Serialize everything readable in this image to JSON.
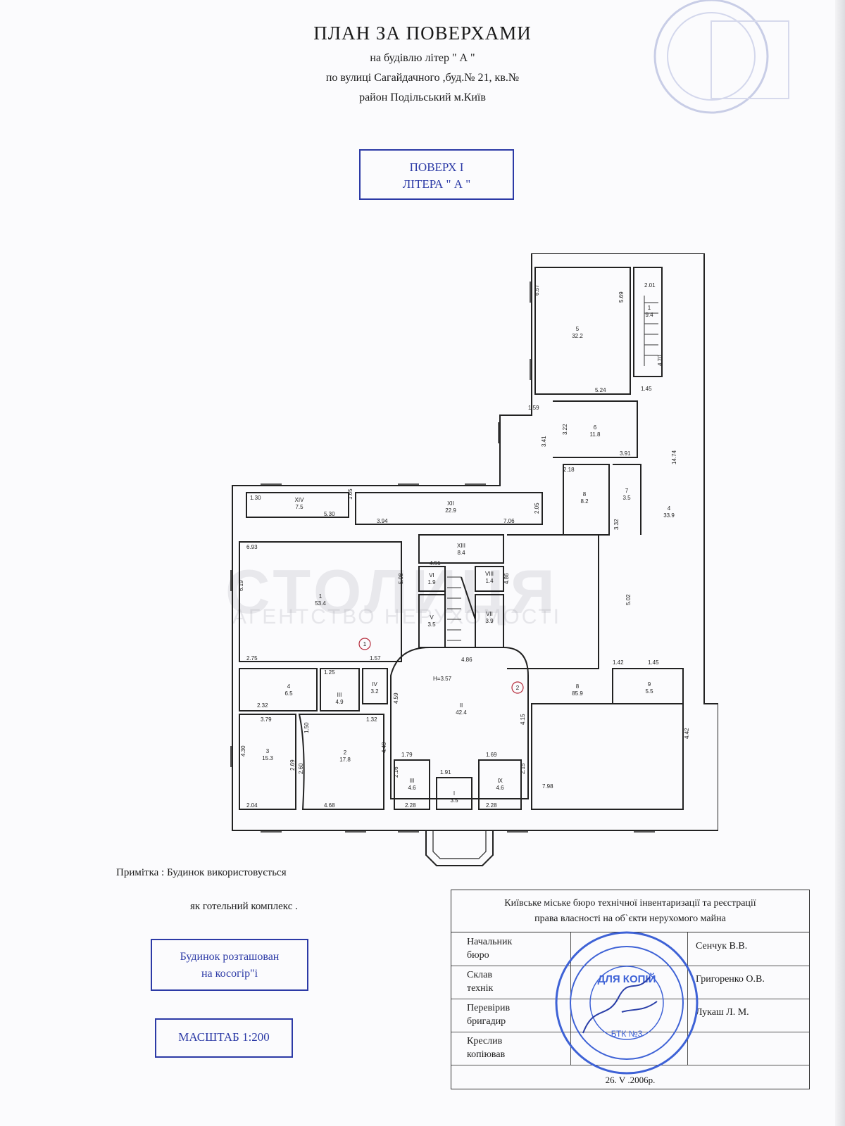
{
  "header": {
    "title": "ПЛАН ЗА ПОВЕРХАМИ",
    "line1": "на будівлю літер \" А \"",
    "line2": "по вулиці  Сагайдачного  ,буд.№ 21, кв.№",
    "line3": "район  Подільський  м.Київ"
  },
  "floor_box": {
    "line1": "ПОВЕРХ І",
    "line2": "ЛІТЕРА \" А \""
  },
  "plan": {
    "height_label": "H=3.57",
    "markers": [
      "1",
      "2"
    ],
    "rooms": [
      {
        "id": "5",
        "area": "32.2"
      },
      {
        "id": "1",
        "area": "9.4"
      },
      {
        "id": "6",
        "area": "11.8"
      },
      {
        "id": "7",
        "area": "3.5"
      },
      {
        "id": "8",
        "area": "8.2"
      },
      {
        "id": "4",
        "area": "33.9"
      },
      {
        "id": "XIV",
        "area": "7.5"
      },
      {
        "id": "XII",
        "area": "22.9"
      },
      {
        "id": "XIII",
        "area": "8.4"
      },
      {
        "id": "1",
        "area": "53.4"
      },
      {
        "id": "VI",
        "area": "1.9"
      },
      {
        "id": "VIII",
        "area": "1.4"
      },
      {
        "id": "V",
        "area": "3.5"
      },
      {
        "id": "VII",
        "area": "3.9"
      },
      {
        "id": "4",
        "area": "6.5"
      },
      {
        "id": "III",
        "area": "4.9"
      },
      {
        "id": "IV",
        "area": "3.2"
      },
      {
        "id": "II",
        "area": "42.4"
      },
      {
        "id": "8",
        "area": "85.9"
      },
      {
        "id": "9",
        "area": "5.5"
      },
      {
        "id": "3",
        "area": "15.3"
      },
      {
        "id": "2",
        "area": "17.8"
      },
      {
        "id": "III",
        "area": "4.6"
      },
      {
        "id": "IX",
        "area": "4.6"
      },
      {
        "id": "I",
        "area": "3.5"
      }
    ],
    "dims": [
      "6.57",
      "5.69",
      "2.01",
      "4.70",
      "5.24",
      "1.45",
      "1.59",
      "3.41",
      "3.22",
      "3.91",
      "2.18",
      "14.74",
      "1.30",
      "5.30",
      "1.65",
      "3.94",
      "7.06",
      "2.05",
      "3.32",
      "6.93",
      "4.51",
      "5.08",
      "4.86",
      "6.19",
      "5.02",
      "2.75",
      "1.57",
      "1.25",
      "4.86",
      "1.42",
      "1.45",
      "2.32",
      "3.79",
      "1.50",
      "1.32",
      "4.59",
      "4.15",
      "4.42",
      "4.30",
      "2.69",
      "2.60",
      "4.49",
      "1.79",
      "1.69",
      "2.16",
      "1.91",
      "2.15",
      "7.98",
      "2.04",
      "4.68",
      "2.28",
      "2.28"
    ]
  },
  "notes": {
    "line1": "Примітка : Будинок використовується",
    "line2": "як  готельний  комплекс ."
  },
  "slope_box": {
    "line1": "Будинок розташован",
    "line2": "на косогір\"і"
  },
  "scale_box": {
    "label": "МАСШТАБ 1:200"
  },
  "bureau_table": {
    "header_line1": "Київське міське бюро технічної інвентаризації та реєстрації",
    "header_line2": "права власності на об`єкти нерухомого майна",
    "rows": [
      {
        "role_1": "Начальник",
        "role_2": "бюро",
        "name": "Сенчук В.В."
      },
      {
        "role_1": "Склав",
        "role_2": "технік",
        "name": "Григоренко О.В."
      },
      {
        "role_1": "Перевірив",
        "role_2": "бригадир",
        "name": "Лукаш Л. М."
      },
      {
        "role_1": "Креслив",
        "role_2": "копіював",
        "name": ""
      }
    ],
    "date": "26. V .2006р."
  },
  "stamp": {
    "top": "ДЛЯ КОПІЙ",
    "bottom": "БТК №3"
  },
  "watermark": {
    "big": "СТОЛИЦЯ",
    "small": "АГЕНТСТВО НЕРУХОМОСТІ"
  },
  "colors": {
    "ink": "#1a1a1a",
    "blue_box": "#2c3aa6",
    "stamp": "#3e62d6"
  }
}
